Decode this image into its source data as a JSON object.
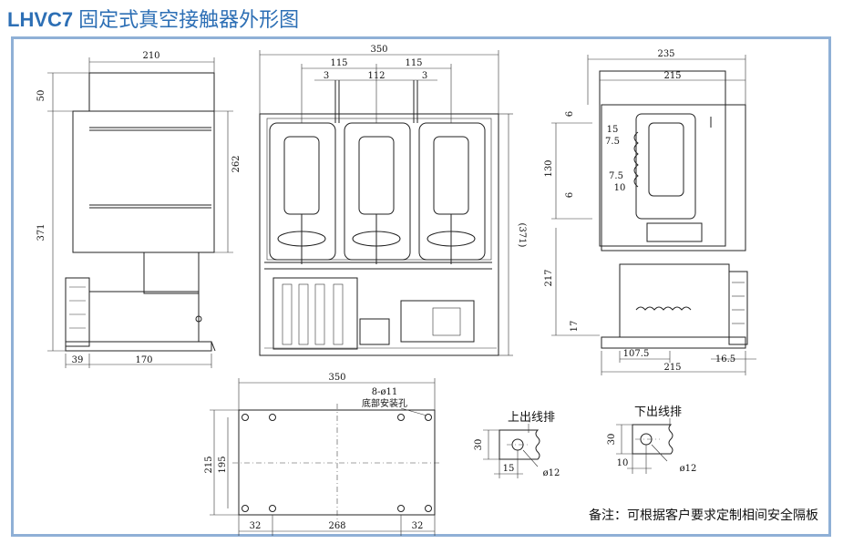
{
  "title": {
    "model": "LHVC7",
    "name": "固定式真空接触器外形图"
  },
  "side_view": {
    "dims": {
      "top_w": "210",
      "d50": "50",
      "d262": "262",
      "d371": "371",
      "d39": "39",
      "d170": "170"
    }
  },
  "front_view": {
    "dims": {
      "w350": "350",
      "d115a": "115",
      "d115b": "115",
      "d3a": "3",
      "d112": "112",
      "d3b": "3",
      "h371": "(371)"
    }
  },
  "right_view": {
    "dims": {
      "w235": "235",
      "w215": "215",
      "d6a": "6",
      "d15": "15",
      "d7_5a": "7.5",
      "d130": "130",
      "d7_5b": "7.5",
      "d10": "10",
      "d6b": "6",
      "d217": "217",
      "d17": "17",
      "d107_5": "107.5",
      "d16_5": "16.5",
      "b215": "215"
    }
  },
  "base_view": {
    "dims": {
      "w350": "350",
      "h215": "215",
      "h195": "195",
      "d32a": "32",
      "d268": "268",
      "d32b": "32"
    },
    "hole_note": {
      "line1": "8-ø11",
      "line2": "底部安装孔"
    }
  },
  "upper_bar": {
    "label": "上出线排",
    "d30": "30",
    "d15": "15",
    "d12": "ø12"
  },
  "lower_bar": {
    "label": "下出线排",
    "d30": "30",
    "d10": "10",
    "d12": "ø12"
  },
  "note": "备注：可根据客户要求定制相间安全隔板"
}
